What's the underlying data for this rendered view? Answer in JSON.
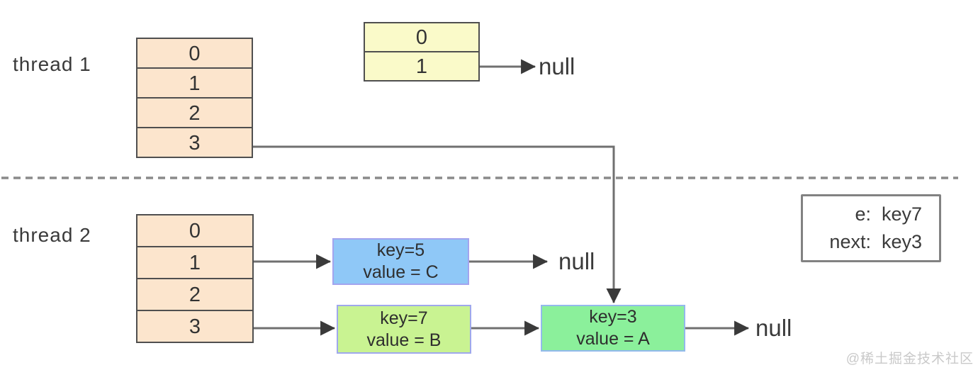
{
  "thread1": {
    "label": "thread 1",
    "array_cells": [
      "0",
      "1",
      "2",
      "3"
    ],
    "bucket_cells": [
      "0",
      "1"
    ],
    "null_label": "null"
  },
  "thread2": {
    "label": "thread 2",
    "array_cells": [
      "0",
      "1",
      "2",
      "3"
    ],
    "nodes": {
      "key5": {
        "key": "key=5",
        "value": "value = C"
      },
      "key7": {
        "key": "key=7",
        "value": "value = B"
      },
      "key3": {
        "key": "key=3",
        "value": "value = A"
      }
    },
    "null_after_key5": "null",
    "null_after_key3": "null"
  },
  "info_box": {
    "line1": "e:  key7",
    "line2": "next:  key3"
  },
  "watermark": "@稀土掘金技术社区",
  "colors": {
    "array_cell_fill": "#fce5cd",
    "bucket_cell_fill": "#fafac9",
    "key5_fill": "#8fc8f7",
    "key7_fill": "#c9f392",
    "key3_fill": "#8bf09b",
    "node_border": "#a3a4ee",
    "box_border": "#4f4f4f",
    "connector_line": "#707070",
    "arrowhead": "#3a3a3a",
    "dashed_divider": "#8a8a8a",
    "text": "#3a3a3a",
    "watermark_text": "#c9c9c9"
  }
}
